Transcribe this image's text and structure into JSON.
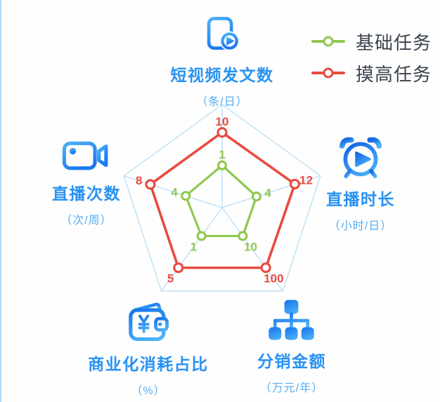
{
  "page": {
    "background": "#ffffff",
    "left_edge_color": "#abdcf7"
  },
  "legend": {
    "items": [
      {
        "label": "基础任务",
        "color": "#8fc850"
      },
      {
        "label": "摸高任务",
        "color": "#e94b40"
      }
    ]
  },
  "axes": {
    "top": {
      "title": "短视频发文数",
      "unit": "（条/日）",
      "icon": "video-document-play-icon"
    },
    "right": {
      "title": "直播时长",
      "unit": "（小时/日）",
      "icon": "alarm-clock-play-icon"
    },
    "bottom_right": {
      "title": "分销金额",
      "unit": "（万元/年）",
      "icon": "distribution-network-icon"
    },
    "bottom_left": {
      "title": "商业化消耗占比",
      "unit": "（%）",
      "icon": "wallet-yuan-icon"
    },
    "left": {
      "title": "直播次数",
      "unit": "（次/周）",
      "icon": "video-camera-icon"
    }
  },
  "chart_data": {
    "type": "radar",
    "categories": [
      "短视频发文数",
      "直播时长",
      "分销金额",
      "商业化消耗占比",
      "直播次数"
    ],
    "category_units": [
      "条/日",
      "小时/日",
      "万元/年",
      "%",
      "次/周"
    ],
    "series": [
      {
        "name": "基础任务",
        "values": [
          1,
          4,
          10,
          1,
          4
        ],
        "color": "#8fc850",
        "radial_fractions": [
          0.41,
          0.35,
          0.34,
          0.34,
          0.37
        ]
      },
      {
        "name": "摸高任务",
        "values": [
          10,
          12,
          100,
          5,
          8
        ],
        "color": "#e94b40",
        "radial_fractions": [
          0.73,
          0.74,
          0.72,
          0.72,
          0.73
        ]
      }
    ],
    "grid": {
      "shape": "pentagon",
      "color": "#b9ddf7",
      "rings": 1,
      "spokes": true
    },
    "legend_position": "top-right",
    "marker": "open-circle"
  }
}
